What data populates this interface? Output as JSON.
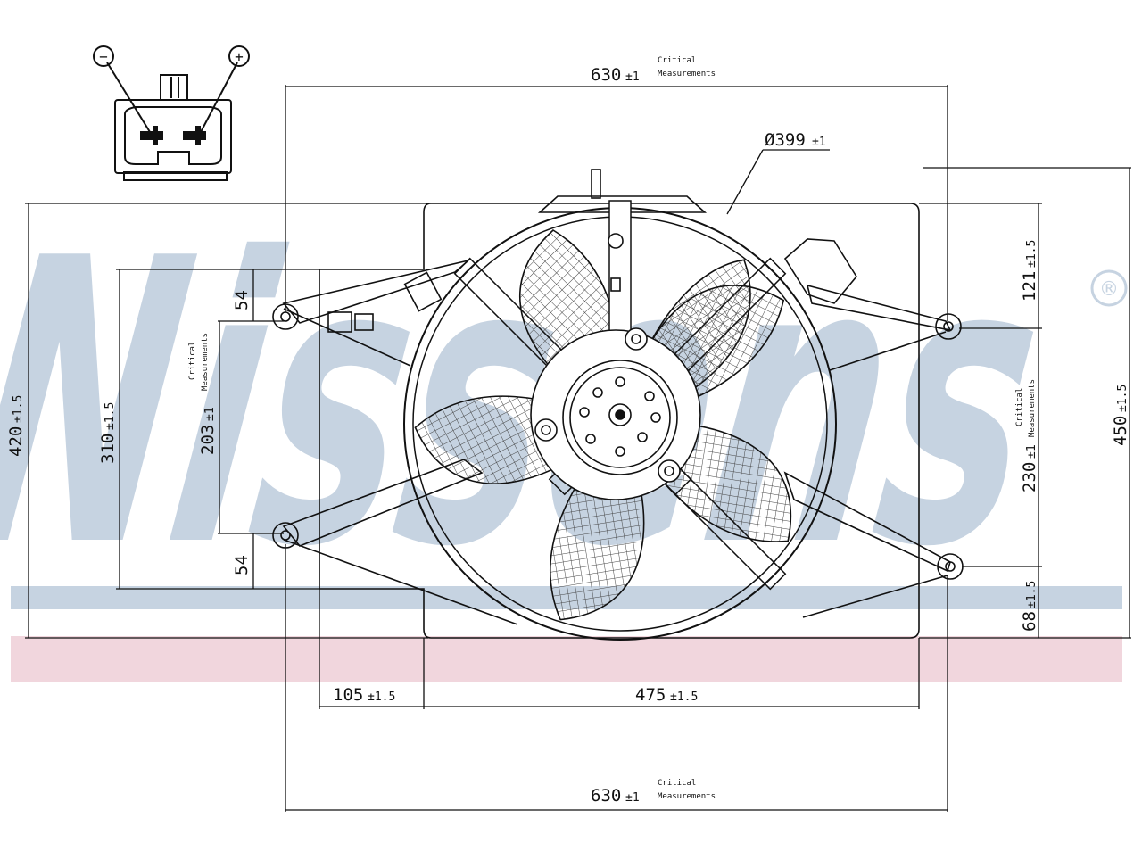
{
  "brand": {
    "watermark": "Nissens",
    "registered_mark": "®",
    "watermark_color": "#c6d3e1",
    "band_blue": "#c6d3e1",
    "band_red": "#f1d6dd"
  },
  "connector": {
    "minus_symbol": "−",
    "plus_symbol": "+"
  },
  "critical_note": {
    "line1": "Critical",
    "line2": "Measurements"
  },
  "dimensions": {
    "width_top": {
      "value": "630",
      "tol": "±1"
    },
    "width_bottom": {
      "value": "630",
      "tol": "±1"
    },
    "diameter": {
      "value": "Ø399",
      "tol": "±1"
    },
    "height_left": {
      "value": "420",
      "tol": "±1.5"
    },
    "height_right": {
      "value": "450",
      "tol": "±1.5"
    },
    "mount_span": {
      "value": "310",
      "tol": "±1.5"
    },
    "inner_span": {
      "value": "203",
      "tol": "±1"
    },
    "offset_top": {
      "value": "54"
    },
    "offset_bottom": {
      "value": "54"
    },
    "right_top": {
      "value": "121",
      "tol": "±1.5"
    },
    "right_mid": {
      "value": "230",
      "tol": "±1"
    },
    "right_bottom": {
      "value": "68",
      "tol": "±1.5"
    },
    "bottom_left": {
      "value": "105",
      "tol": "±1.5"
    },
    "bottom_right": {
      "value": "475",
      "tol": "±1.5"
    }
  }
}
